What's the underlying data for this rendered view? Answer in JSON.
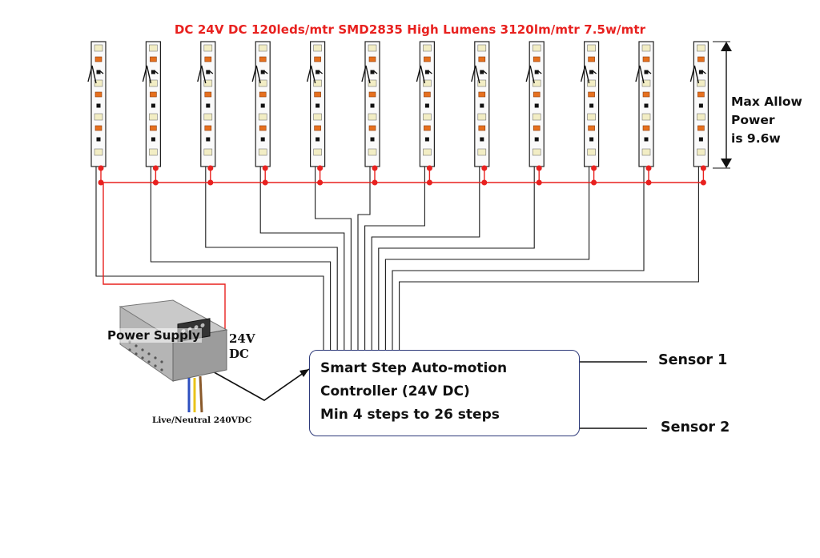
{
  "diagram": {
    "title": "DC 24V DC 120leds/mtr SMD2835 High Lumens 3120lm/mtr 7.5w/mtr",
    "max_power_note": [
      "Max Allow",
      "Power",
      "is 9.6w"
    ],
    "power_supply": {
      "label": "Power Supply",
      "output": [
        "24V",
        "DC"
      ],
      "input_label": "Live/Neutral 240VDC"
    },
    "controller": {
      "lines": [
        "Smart Step Auto-motion",
        "Controller (24V DC)",
        "Min 4 steps to 26 steps"
      ]
    },
    "sensors": [
      "Sensor 1",
      "Sensor 2"
    ],
    "led_strip_count": 12,
    "colors": {
      "title": "#e8211f",
      "positive_wire": "#e8211f",
      "signal_wire": "#1a1a1a",
      "controller_border": "#2e3a7a",
      "led_chip": "#f2edc4",
      "led_resistor": "#e6701e"
    }
  }
}
